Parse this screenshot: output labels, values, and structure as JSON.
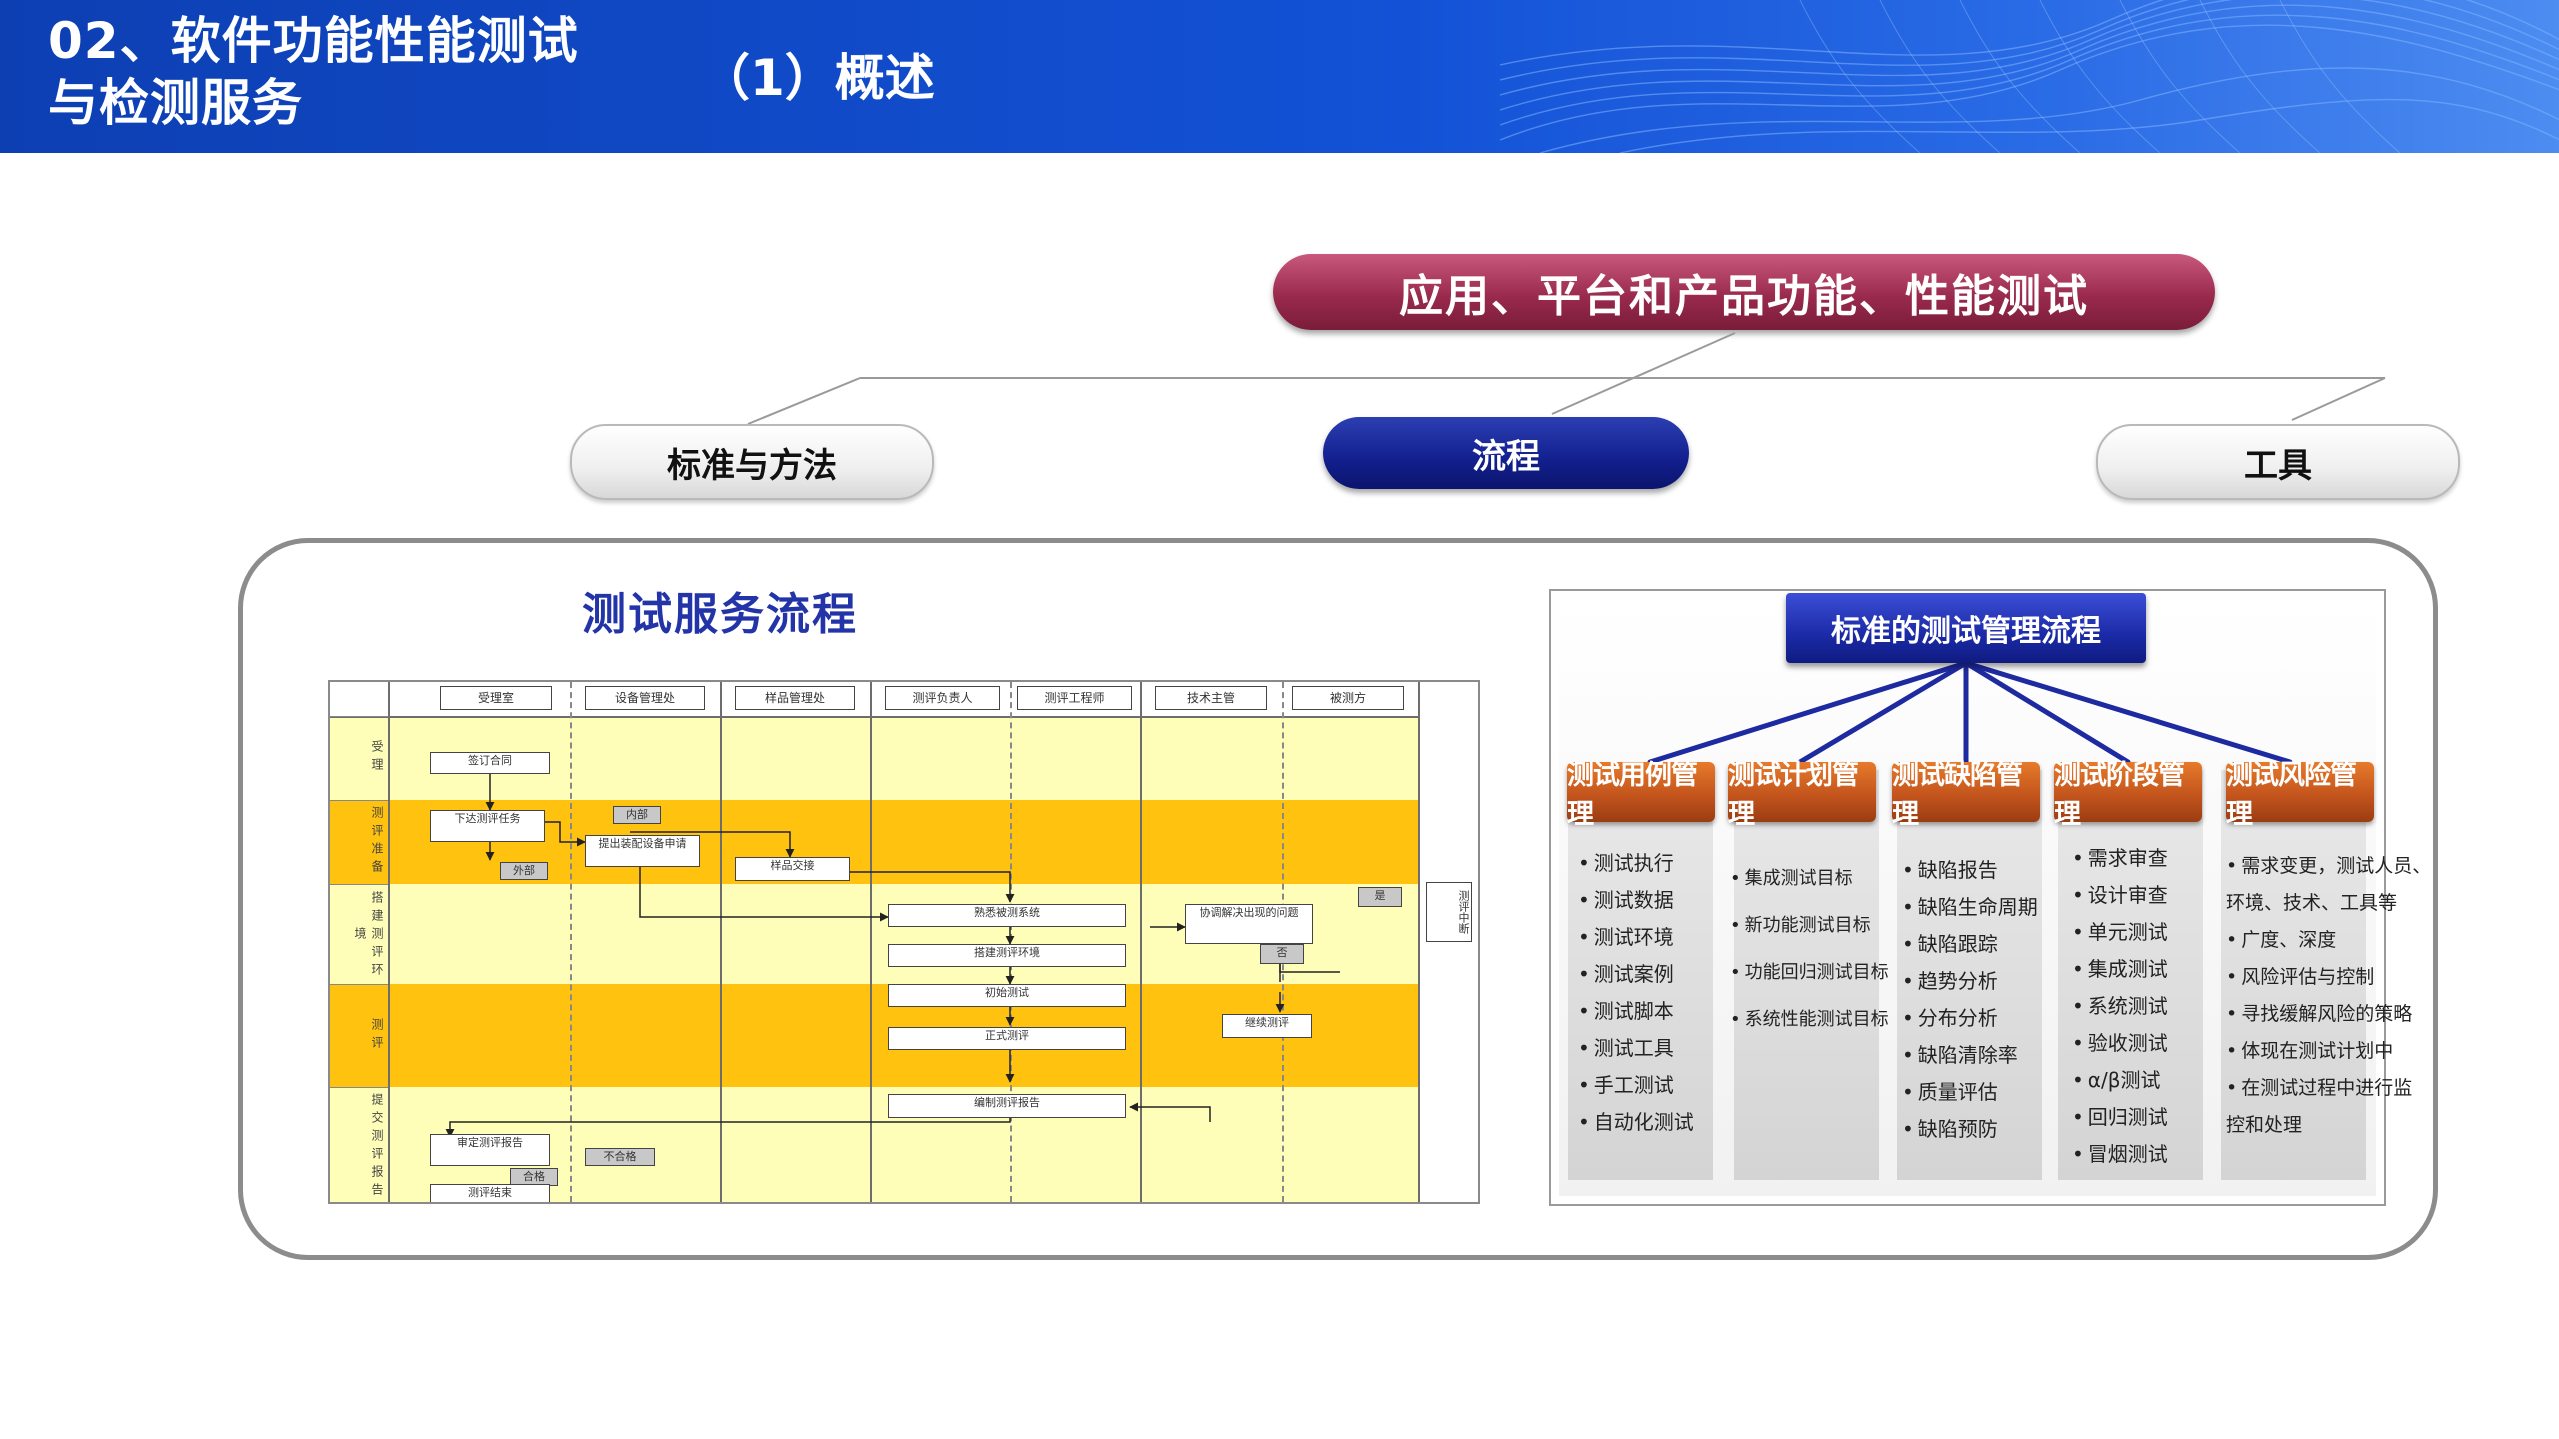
{
  "header": {
    "section_title": "02、软件功能性能测试\n与检测服务",
    "subtitle": "（1）概述"
  },
  "main_topic": "应用、平台和产品功能、性能测试",
  "branches": {
    "standards": "标准与方法",
    "process": "流程",
    "tools": "工具"
  },
  "flow": {
    "title": "测试服务流程",
    "columns": [
      "受理室",
      "设备管理处",
      "样品管理处",
      "测评负责人",
      "测评工程师",
      "技术主管",
      "被测方"
    ],
    "phases": [
      "受理",
      "测评准备",
      "搭建测评环境",
      "测评",
      "提交测评报告"
    ],
    "boxes": {
      "sign_contract": "签订合同",
      "issue_task": "下达测评任务",
      "internal": "内部",
      "external": "外部",
      "equipment_request": "提出装配设备申请",
      "sample_handover": "样品交接",
      "familiarize": "熟悉被测系统",
      "build_env": "搭建测评环境",
      "preliminary": "初始测试",
      "formal": "正式测评",
      "coordinate": "协调解决出现的问题",
      "yes": "是",
      "no": "否",
      "supplement": "继续测评",
      "write_report": "编制测评报告",
      "review_report": "审定测评报告",
      "pass": "合格",
      "fail": "不合格",
      "finish": "测评结束",
      "right_label": "测评中断"
    }
  },
  "mgmt": {
    "title": "标准的测试管理流程",
    "categories": [
      {
        "name": "测试用例管理",
        "items": [
          "测试执行",
          "测试数据",
          "测试环境",
          "测试案例",
          "测试脚本",
          "测试工具",
          "手工测试",
          "自动化测试"
        ]
      },
      {
        "name": "测试计划管理",
        "items": [
          "集成测试目标",
          "新功能测试目标",
          "功能回归测试目标",
          "系统性能测试目标"
        ]
      },
      {
        "name": "测试缺陷管理",
        "items": [
          "缺陷报告",
          "缺陷生命周期",
          "缺陷跟踪",
          "趋势分析",
          "分布分析",
          "缺陷清除率",
          "质量评估",
          "缺陷预防"
        ]
      },
      {
        "name": "测试阶段管理",
        "items": [
          "需求审查",
          "设计审查",
          "单元测试",
          "集成测试",
          "系统测试",
          "验收测试",
          "α/β测试",
          "回归测试",
          "冒烟测试"
        ]
      },
      {
        "name": "测试风险管理",
        "items": [
          "需求变更，测试人员、",
          "环境、技术、工具等",
          "广度、深度",
          "风险评估与控制",
          "寻找缓解风险的策略",
          "体现在测试计划中",
          "在测试过程中进行监",
          "控和处理"
        ]
      }
    ]
  }
}
